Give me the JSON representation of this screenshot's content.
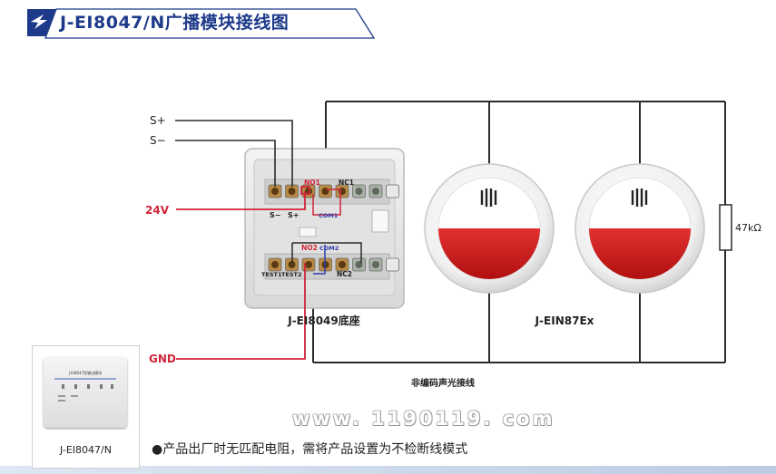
{
  "header": {
    "title": "J-EI8047/N广播模块接线图"
  },
  "signals": {
    "s_plus": "S+",
    "s_minus": "S−",
    "v24": "24V",
    "gnd": "GND"
  },
  "base": {
    "name": "J-EI8049底座",
    "top_labels": {
      "no1": "NO1",
      "nc1": "NC1",
      "com1": "COM1",
      "s_minus": "S−",
      "s_plus": "S+"
    },
    "bottom_labels": {
      "no2": "NO2",
      "com2": "COM2",
      "test1": "TEST1",
      "test2": "TEST2",
      "nc2": "NC2"
    }
  },
  "sounder": {
    "name": "J-EIN87Ex",
    "count": 2
  },
  "resistor": {
    "label": "47kΩ"
  },
  "caption": "非编码声光接线",
  "watermark": "www. 1190119. com",
  "note": "●产品出厂时无匹配电阻，需将产品设置为不检断线模式",
  "thumbnail": {
    "label": "J-EI8047/N",
    "header_text": "J-EI8047型输出模块"
  },
  "colors": {
    "title": "#1d3a8a",
    "red_wire": "#d0253a",
    "blue_wire": "#2e3ea8",
    "sounder_red": "#cc1f1f"
  }
}
